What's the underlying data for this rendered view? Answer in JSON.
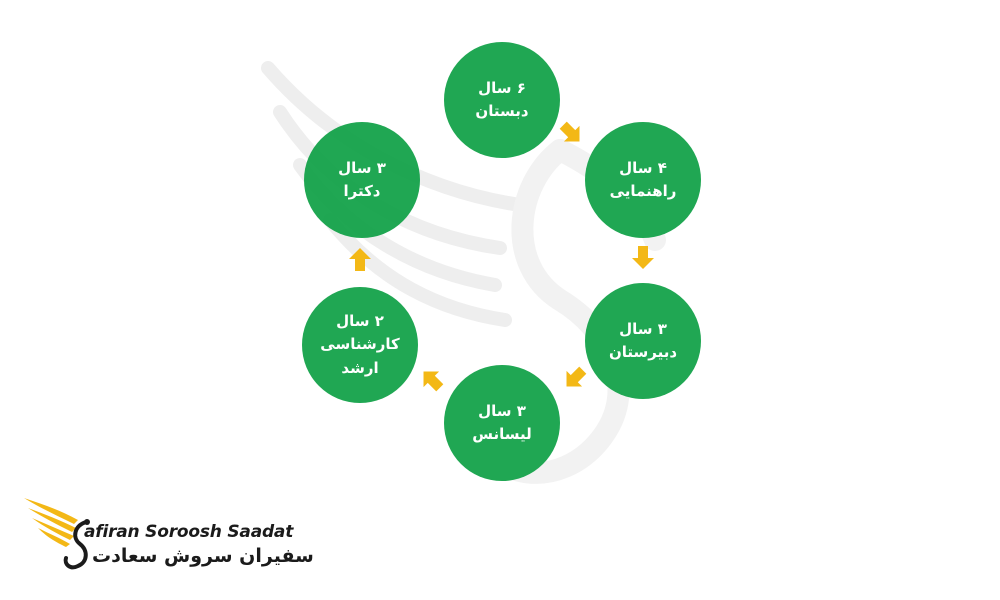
{
  "colors": {
    "node_fill": "#12a248",
    "arrow_fill": "#f3b816",
    "watermark": "#eeeeee",
    "logo_wing": "#f3b816",
    "logo_text": "#1b1b1b"
  },
  "stages": [
    {
      "id": "elementary",
      "duration": "۶ سال",
      "label": "دبستان"
    },
    {
      "id": "middle",
      "duration": "۴ سال",
      "label": "راهنمایی"
    },
    {
      "id": "high",
      "duration": "۳ سال",
      "label": "دبیرستان"
    },
    {
      "id": "bachelor",
      "duration": "۳ سال",
      "label": "لیسانس"
    },
    {
      "id": "master",
      "duration": "۲ سال",
      "label_line1": "کارشناسی",
      "label_line2": "ارشد"
    },
    {
      "id": "phd",
      "duration": "۳ سال",
      "label": "دکترا"
    }
  ],
  "arrows": [
    {
      "from": "elementary",
      "to": "middle",
      "icon": "arrow-down-right-icon"
    },
    {
      "from": "middle",
      "to": "high",
      "icon": "arrow-down-icon"
    },
    {
      "from": "high",
      "to": "bachelor",
      "icon": "arrow-down-left-icon"
    },
    {
      "from": "bachelor",
      "to": "master",
      "icon": "arrow-up-left-icon"
    },
    {
      "from": "master",
      "to": "phd",
      "icon": "arrow-up-icon"
    }
  ],
  "logo": {
    "name_en": "afiran Soroosh Saadat",
    "name_fa": "سفیران سروش سعادت",
    "icon": "winged-s-logo-icon"
  }
}
